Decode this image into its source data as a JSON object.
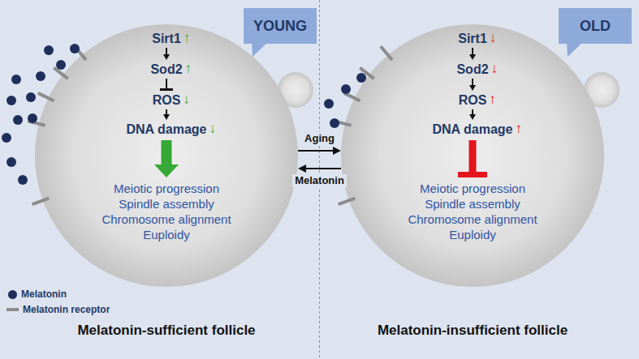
{
  "diagram": {
    "nodes": [
      {
        "text": [
          "YOUNG"
        ]
      },
      {
        "text": [
          "Melatonin-sufficient follicle"
        ]
      },
      {
        "text": [
          "Sirt1",
          "↑"
        ],
        "in": 1
      },
      {
        "text": [
          "Sod2",
          "↑"
        ],
        "in": 1
      },
      {
        "text": [
          "ROS",
          "↓"
        ],
        "in": 1
      },
      {
        "text": [
          "DNA damage",
          "↓"
        ],
        "in": 1
      },
      {
        "text": [
          "Meiotic progression",
          "Spindle assembly",
          "Chromosome alignment",
          "Euploidy"
        ],
        "in": 1
      },
      {
        "text": [
          "OLD"
        ]
      },
      {
        "text": [
          "Melatonin-insufficient follicle"
        ]
      },
      {
        "text": [
          "Sirt1",
          "↓"
        ],
        "in": 8
      },
      {
        "text": [
          "Sod2",
          "↓"
        ],
        "in": 8
      },
      {
        "text": [
          "ROS",
          "↑"
        ],
        "in": 8
      },
      {
        "text": [
          "DNA damage",
          "↑"
        ],
        "in": 8
      },
      {
        "text": [
          "Meiotic progression",
          "Spindle assembly",
          "Chromosome alignment",
          "Euploidy"
        ],
        "in": 8
      }
    ],
    "edges": [
      {
        "from": 2,
        "to": 3,
        "arrow": "to"
      },
      {
        "from": 3,
        "to": 4,
        "arrow": "to"
      },
      {
        "from": 4,
        "to": 5,
        "arrow": "to"
      },
      {
        "from": 5,
        "to": 6,
        "arrow": "to"
      },
      {
        "from": 9,
        "to": 10,
        "arrow": "to"
      },
      {
        "from": 10,
        "to": 11,
        "arrow": "to"
      },
      {
        "from": 11,
        "to": 12,
        "arrow": "to"
      },
      {
        "from": 12,
        "to": 13,
        "arrow": "to"
      },
      {
        "from": 1,
        "to": 8,
        "label": "Aging",
        "arrow": "to"
      },
      {
        "from": 8,
        "to": 1,
        "label": "Melatonin",
        "arrow": "to"
      }
    ],
    "legend": [
      {
        "text": "Melatonin"
      },
      {
        "text": "Melatonin receptor"
      }
    ]
  }
}
